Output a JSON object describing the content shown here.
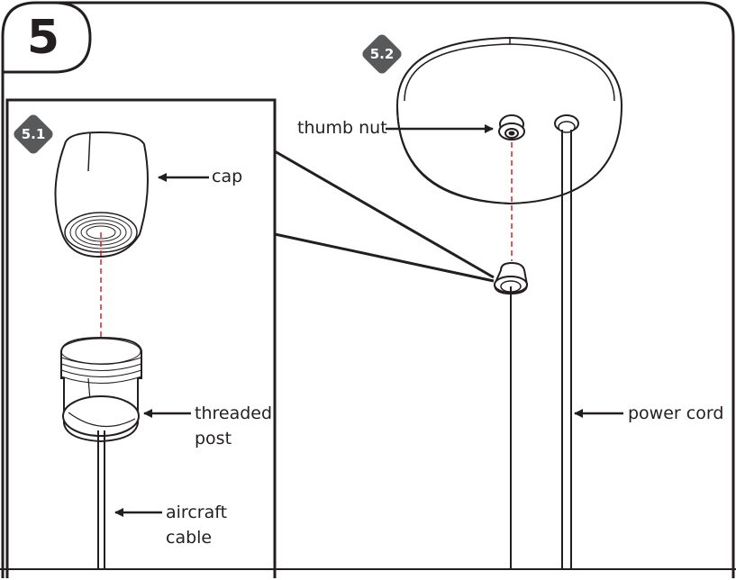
{
  "step": {
    "number": "5"
  },
  "badges": {
    "detail": "5.1",
    "overview": "5.2"
  },
  "labels": {
    "cap": "cap",
    "threaded_post_line1": "threaded",
    "threaded_post_line2": "post",
    "aircraft_cable_line1": "aircraft",
    "aircraft_cable_line2": "cable",
    "thumb_nut": "thumb nut",
    "power_cord": "power cord"
  },
  "colors": {
    "ink": "#231f20",
    "badge": "#58595b",
    "guide_line": "#d2232a"
  }
}
